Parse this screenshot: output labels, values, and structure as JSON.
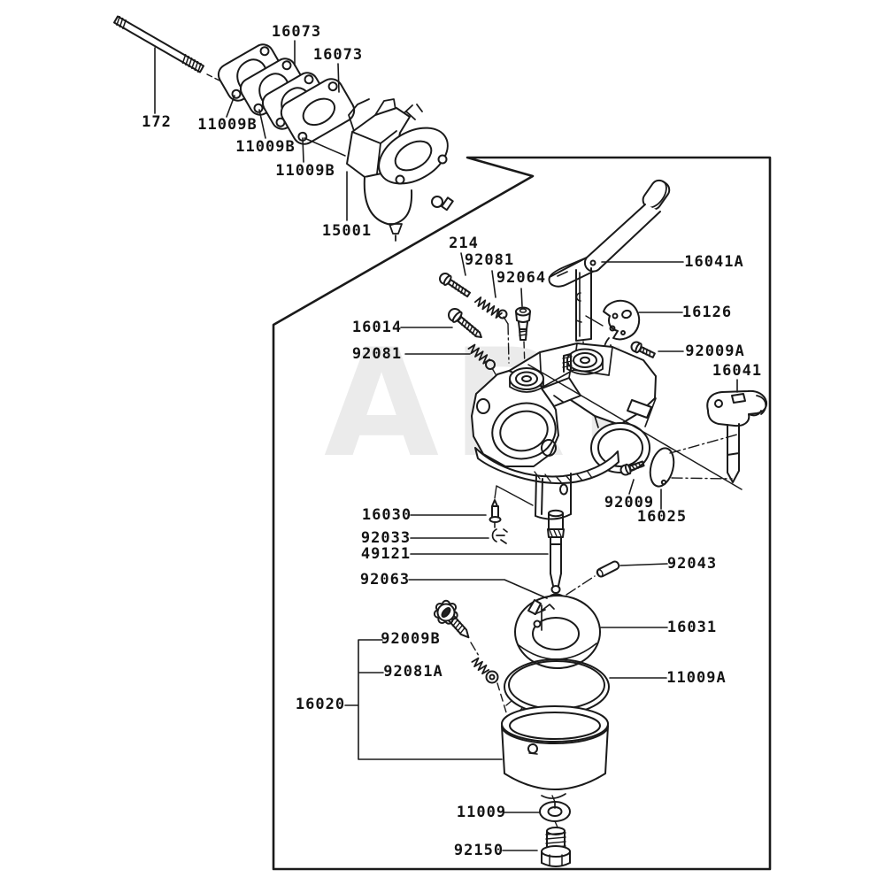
{
  "watermark": "ARI",
  "colors": {
    "line": "#1a1a1a",
    "background": "#ffffff",
    "watermark": "#ebebeb"
  },
  "labels": [
    {
      "id": "16073-upper",
      "text": "16073"
    },
    {
      "id": "16073-lower",
      "text": "16073"
    },
    {
      "id": "172",
      "text": "172"
    },
    {
      "id": "11009B-1",
      "text": "11009B"
    },
    {
      "id": "11009B-2",
      "text": "11009B"
    },
    {
      "id": "11009B-3",
      "text": "11009B"
    },
    {
      "id": "15001",
      "text": "15001"
    },
    {
      "id": "214",
      "text": "214"
    },
    {
      "id": "92081-upper",
      "text": "92081"
    },
    {
      "id": "92064",
      "text": "92064"
    },
    {
      "id": "16041A",
      "text": "16041A"
    },
    {
      "id": "16126",
      "text": "16126"
    },
    {
      "id": "92009A",
      "text": "92009A"
    },
    {
      "id": "16041",
      "text": "16041"
    },
    {
      "id": "16014",
      "text": "16014"
    },
    {
      "id": "92081-lower",
      "text": "92081"
    },
    {
      "id": "16030",
      "text": "16030"
    },
    {
      "id": "92033",
      "text": "92033"
    },
    {
      "id": "49121",
      "text": "49121"
    },
    {
      "id": "92009",
      "text": "92009"
    },
    {
      "id": "16025",
      "text": "16025"
    },
    {
      "id": "92043",
      "text": "92043"
    },
    {
      "id": "92063",
      "text": "92063"
    },
    {
      "id": "16031",
      "text": "16031"
    },
    {
      "id": "92009B",
      "text": "92009B"
    },
    {
      "id": "92081A",
      "text": "92081A"
    },
    {
      "id": "11009A",
      "text": "11009A"
    },
    {
      "id": "16020",
      "text": "16020"
    },
    {
      "id": "11009",
      "text": "11009"
    },
    {
      "id": "92150",
      "text": "92150"
    }
  ]
}
